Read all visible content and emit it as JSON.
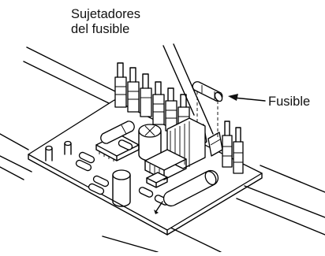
{
  "diagram": {
    "labels": {
      "fuse_holders": [
        "Sujetadores",
        "del fusible"
      ],
      "fuse": "Fusible"
    },
    "colors": {
      "line": "#000000",
      "background": "#ffffff"
    }
  }
}
